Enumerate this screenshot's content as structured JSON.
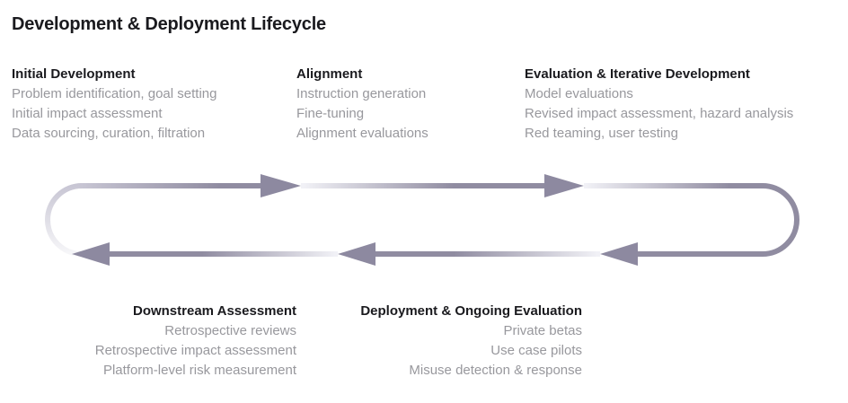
{
  "title": "Development & Deployment Lifecycle",
  "diagram": {
    "name": "lifecycle-loop",
    "line_color": "#908ca1",
    "arrow_color": "#8d89a0",
    "fade_light": "#f1f1f6",
    "fade_near_white": "#fcfcfd",
    "fade_mid": "#c7c5d3"
  },
  "text_colors": {
    "heading": "#1a1a1e",
    "body": "#98989d"
  },
  "stages_top": [
    {
      "heading": "Initial Development",
      "items": [
        "Problem identification, goal setting",
        "Initial impact assessment",
        "Data sourcing, curation, filtration"
      ]
    },
    {
      "heading": "Alignment",
      "items": [
        "Instruction generation",
        "Fine-tuning",
        "Alignment evaluations"
      ]
    },
    {
      "heading": "Evaluation & Iterative Development",
      "items": [
        "Model evaluations",
        "Revised impact assessment, hazard analysis",
        "Red teaming, user testing"
      ]
    }
  ],
  "stages_bottom": [
    {
      "heading": "Downstream Assessment",
      "items": [
        "Retrospective reviews",
        "Retrospective impact assessment",
        "Platform-level risk measurement"
      ]
    },
    {
      "heading": "Deployment & Ongoing Evaluation",
      "items": [
        "Private betas",
        "Use case pilots",
        "Misuse detection & response"
      ]
    }
  ]
}
